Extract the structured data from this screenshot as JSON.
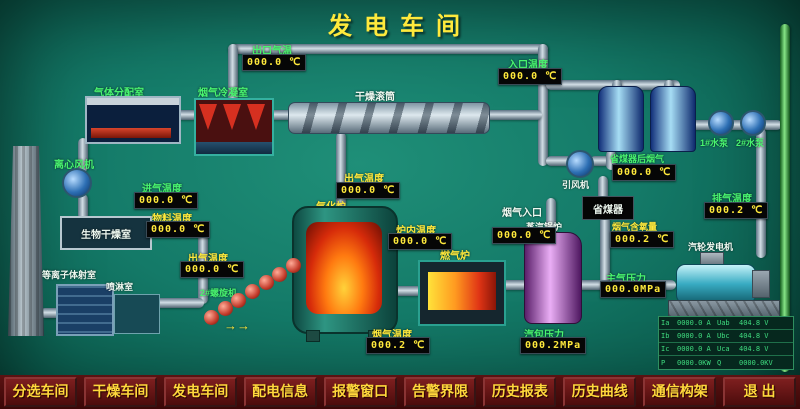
{
  "title": "发电车间",
  "equipment": {
    "gas_distribution": "气体分配室",
    "flue_condenser": "烟气冷凝室",
    "drying_drum": "干燥滚筒",
    "centrifugal_fan": "离心风机",
    "bio_drying_room": "生物干燥室",
    "plasma_room": "等离子体射室",
    "spray_room": "喷淋室",
    "gasifier": "气化炉",
    "screw_machine": "2#螺旋机",
    "screw_arrows": "→→",
    "gas_furnace": "燃气炉",
    "steam_boiler": "蒸汽锅炉",
    "economizer": "省煤器",
    "induced_fan": "引风机",
    "turbine_generator": "汽轮发电机",
    "pump1": "1#水泵",
    "pump2": "2#水泵"
  },
  "displays": [
    {
      "id": "outlet-gas-temp",
      "label": "出口气温",
      "value": "000.0 ℃"
    },
    {
      "id": "inlet-temp",
      "label": "入口温度",
      "value": "000.0 ℃"
    },
    {
      "id": "intake-temp",
      "label": "进气温度",
      "value": "000.0 ℃"
    },
    {
      "id": "material-temp",
      "label": "物料温度",
      "value": "000.0 ℃"
    },
    {
      "id": "outgas-temp-left",
      "label": "出气温度",
      "value": "000.0 ℃"
    },
    {
      "id": "outgas-temp-center",
      "label": "出气温度",
      "value": "000.0 ℃"
    },
    {
      "id": "furnace-temp",
      "label": "炉内温度",
      "value": "000.0 ℃"
    },
    {
      "id": "flue-gas-temp",
      "label": "烟气温度",
      "value": "000.2 ℃"
    },
    {
      "id": "flue-inlet",
      "label": "烟气入口",
      "value": "000.0 ℃"
    },
    {
      "id": "after-economizer",
      "label": "省煤器后烟气",
      "value": "000.0 ℃"
    },
    {
      "id": "oxygen-content",
      "label": "烟气含氧量",
      "value": "000.2 ℃"
    },
    {
      "id": "exhaust-temp",
      "label": "排气温度",
      "value": "000.2 ℃"
    },
    {
      "id": "main-steam-pressure",
      "label": "主气压力",
      "value": "000.0MPa"
    },
    {
      "id": "drum-pressure",
      "label": "汽包压力",
      "value": "000.2MPa"
    }
  ],
  "gen_table": {
    "rows": [
      [
        "Ia",
        "0000.0 A",
        "Uab",
        "404.8 V"
      ],
      [
        "Ib",
        "0000.0 A",
        "Ubc",
        "404.8 V"
      ],
      [
        "Ic",
        "0000.0 A",
        "Uca",
        "404.8 V"
      ],
      [
        "P",
        "0000.0KW",
        "Q",
        "0000.0KV"
      ]
    ]
  },
  "menu": {
    "items": [
      "分选车间",
      "干燥车间",
      "发电车间",
      "配电信息",
      "报警窗口",
      "告警界限",
      "历史报表",
      "历史曲线",
      "通信构架",
      "退 出"
    ]
  },
  "colors": {
    "background": "#147a68",
    "title": "#ffe93c",
    "label_green": "#49f56f",
    "label_yellow": "#ffe93c",
    "display_text": "#ffe93c",
    "menu_bg": "#4a0c0c",
    "menu_text": "#ffd83c"
  }
}
